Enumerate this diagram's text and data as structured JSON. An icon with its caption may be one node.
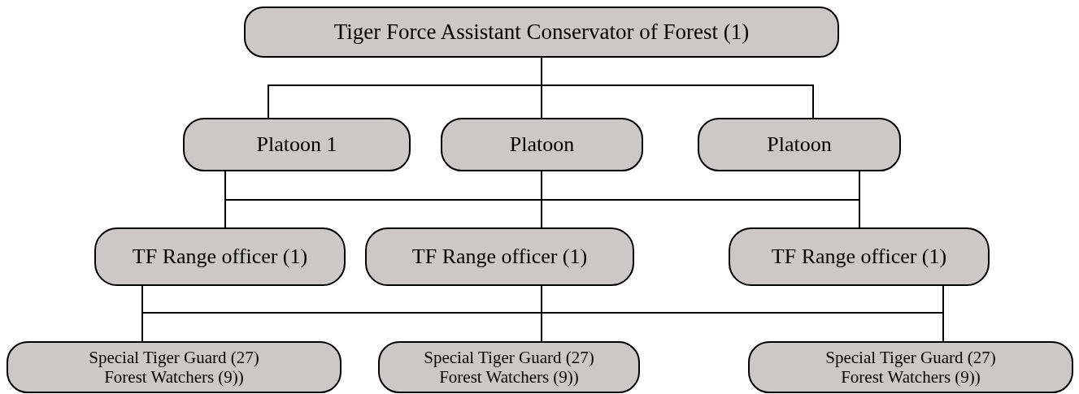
{
  "diagram": {
    "nodes": [
      {
        "text": [
          "Tiger Force Assistant Conservator of Forest (1)"
        ]
      },
      {
        "text": [
          "Platoon 1"
        ]
      },
      {
        "text": [
          "Platoon"
        ]
      },
      {
        "text": [
          "Platoon"
        ]
      },
      {
        "text": [
          "TF Range officer (1)"
        ]
      },
      {
        "text": [
          "TF Range officer (1)"
        ]
      },
      {
        "text": [
          "TF Range officer (1)"
        ]
      },
      {
        "text": [
          "Special Tiger Guard (27)",
          "Forest Watchers (9))"
        ]
      },
      {
        "text": [
          "Special Tiger Guard (27)",
          "Forest Watchers (9))"
        ]
      },
      {
        "text": [
          "Special Tiger Guard (27)",
          "Forest Watchers (9))"
        ]
      }
    ],
    "edges": [
      {
        "from": 0,
        "to": 1,
        "arrow": "none"
      },
      {
        "from": 0,
        "to": 2,
        "arrow": "none"
      },
      {
        "from": 0,
        "to": 3,
        "arrow": "none"
      },
      {
        "from": 1,
        "to": 4,
        "arrow": "none"
      },
      {
        "from": 1,
        "to": 5,
        "arrow": "none"
      },
      {
        "from": 1,
        "to": 6,
        "arrow": "none"
      },
      {
        "from": 2,
        "to": 4,
        "arrow": "none"
      },
      {
        "from": 2,
        "to": 5,
        "arrow": "none"
      },
      {
        "from": 2,
        "to": 6,
        "arrow": "none"
      },
      {
        "from": 3,
        "to": 4,
        "arrow": "none"
      },
      {
        "from": 3,
        "to": 5,
        "arrow": "none"
      },
      {
        "from": 3,
        "to": 6,
        "arrow": "none"
      },
      {
        "from": 4,
        "to": 7,
        "arrow": "none"
      },
      {
        "from": 4,
        "to": 8,
        "arrow": "none"
      },
      {
        "from": 4,
        "to": 9,
        "arrow": "none"
      },
      {
        "from": 5,
        "to": 7,
        "arrow": "none"
      },
      {
        "from": 5,
        "to": 8,
        "arrow": "none"
      },
      {
        "from": 5,
        "to": 9,
        "arrow": "none"
      },
      {
        "from": 6,
        "to": 7,
        "arrow": "none"
      },
      {
        "from": 6,
        "to": 8,
        "arrow": "none"
      },
      {
        "from": 6,
        "to": 9,
        "arrow": "none"
      }
    ]
  }
}
